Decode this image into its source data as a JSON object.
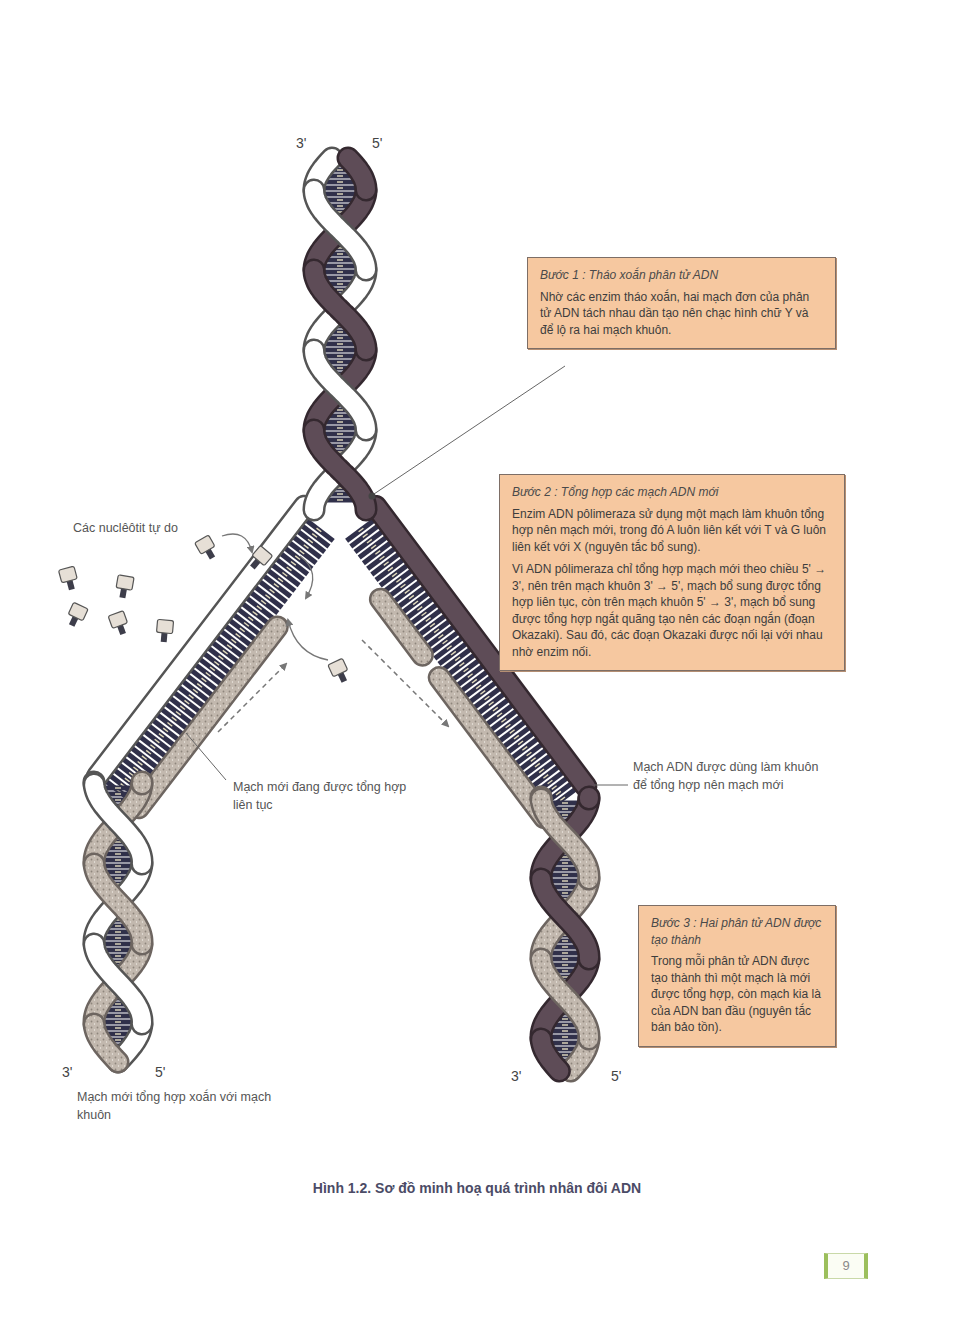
{
  "diagram": {
    "caption": "Hình 1.2. Sơ đồ minh hoạ quá trình nhân đôi ADN",
    "nodes": [
      {
        "text": [
          "Bước 1 : Tháo xoắn phân tử ADN",
          "Nhờ các enzim tháo xoắn, hai mạch đơn của phân tử ADN tách nhau dần tạo nên chạc hình chữ Y và để lộ ra hai mạch khuôn."
        ]
      },
      {
        "text": [
          "Bước 2 : Tổng hợp các mạch ADN mới",
          "Enzim ADN pôlimeraza sử dụng một mạch làm khuôn tổng hợp nên mạch mới, trong đó A luôn liên kết với T và G luôn liên kết với X (nguyên tắc bổ sung).",
          "Vì ADN pôlimeraza chỉ tổng hợp mạch mới theo chiều 5' → 3', nên trên mạch khuôn 3' → 5', mạch bổ sung được tổng hợp liên tục, còn trên mạch khuôn 5' → 3', mạch bổ sung được tổng hợp ngắt quãng tạo nên các đoạn ngắn (đoạn Okazaki). Sau đó, các đoạn Okazaki được nối lại với nhau nhờ enzim nối."
        ]
      },
      {
        "text": [
          "Bước 3 : Hai phân tử ADN được tạo thành",
          "Trong mỗi phân tử ADN được tạo thành thì một mạch là mới được tổng hợp, còn mạch kia là của ADN ban đầu (nguyên tắc bán bảo tồn)."
        ]
      }
    ],
    "labels": [
      "3'",
      "5'",
      "Các nuclêôtit tự do",
      "Mạch mới đang được tổng hợp liên tục",
      "Mạch ADN được dùng làm khuôn để tổng hợp nên mạch mới",
      "3'",
      "5'",
      "Mạch mới tổng hợp xoắn với mạch khuôn",
      "3'",
      "5'",
      "9"
    ]
  }
}
